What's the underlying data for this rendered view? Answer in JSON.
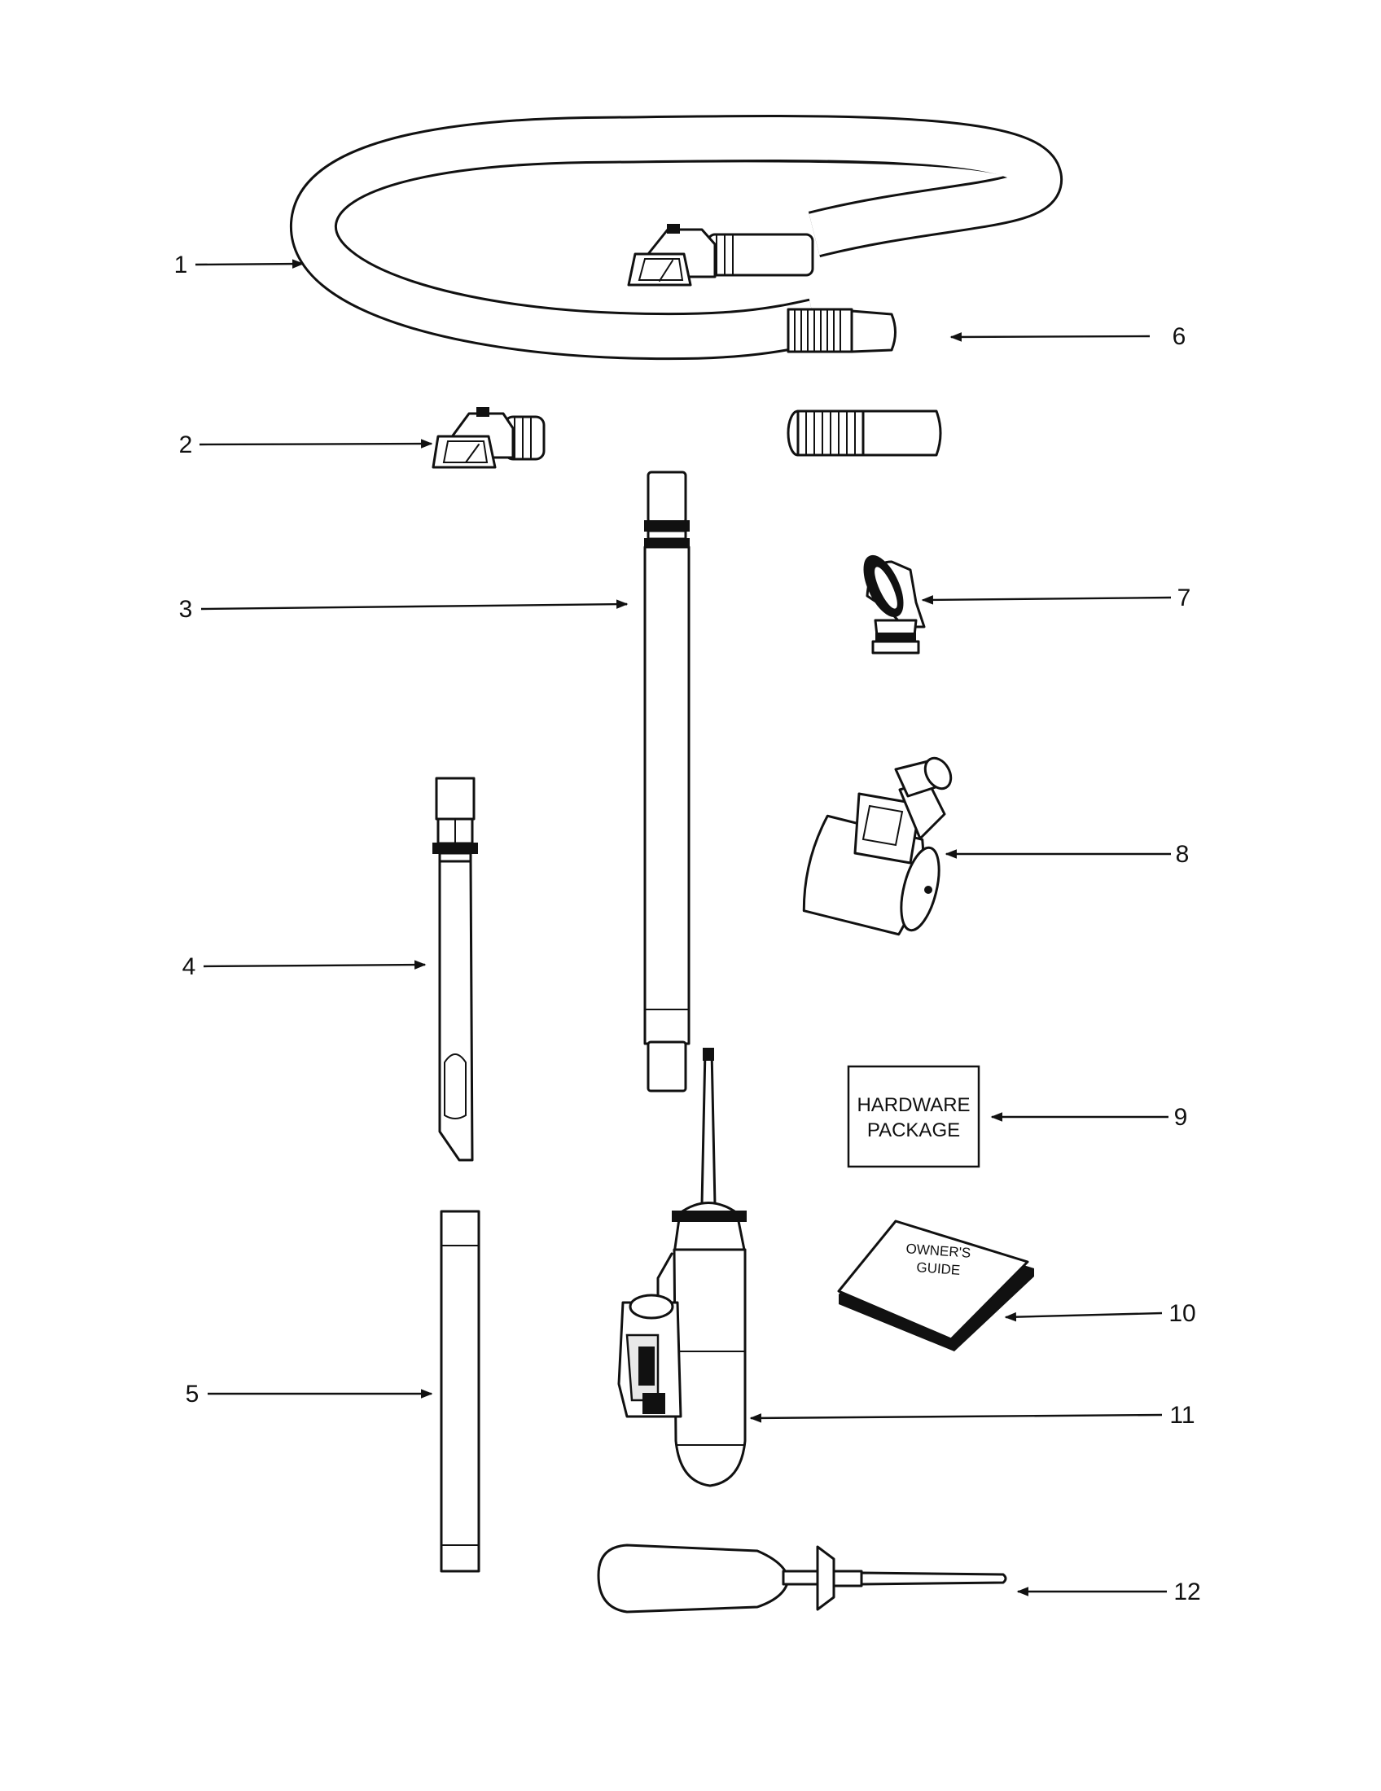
{
  "callouts": [
    "1",
    "2",
    "3",
    "4",
    "5",
    "6",
    "7",
    "8",
    "9",
    "10",
    "11",
    "12"
  ],
  "hardware_box": {
    "line1": "HARDWARE",
    "line2": "PACKAGE"
  },
  "owners_guide": {
    "line1": "OWNER'S",
    "line2": "GUIDE"
  },
  "icons": {
    "part1": "hose-icon",
    "part2": "hose-swivel-end-icon",
    "part3": "extension-wand-icon",
    "part4": "crevice-tool-icon",
    "part5": "wand-tube-icon",
    "part6": "hose-cuff-icon",
    "part7": "dusting-brush-icon",
    "part8": "turbo-brush-icon",
    "part9": "hardware-package-icon",
    "part10": "owners-guide-icon",
    "part11": "handheld-tool-icon",
    "part12": "brush-tool-icon"
  }
}
